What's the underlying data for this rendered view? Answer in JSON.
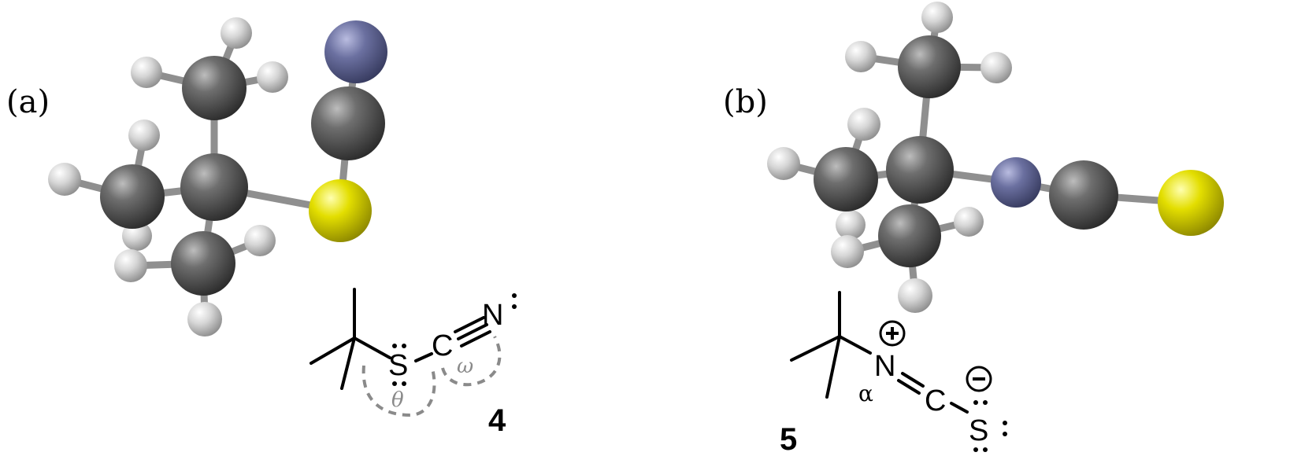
{
  "panels": [
    {
      "label": "(a)",
      "compound_number": "4",
      "structure_atoms": [
        "S",
        "C",
        "N"
      ],
      "angle_labels": [
        "θ",
        "ω"
      ]
    },
    {
      "label": "(b)",
      "compound_number": "5",
      "structure_atoms": [
        "N",
        "C",
        "S"
      ],
      "position_label": "α",
      "charges": [
        "+",
        "−"
      ]
    }
  ],
  "atom_colors": {
    "carbon": "#595959",
    "hydrogen": "#d9d9d9",
    "nitrogen": "#6a6f9c",
    "sulfur": "#e0dc00"
  }
}
